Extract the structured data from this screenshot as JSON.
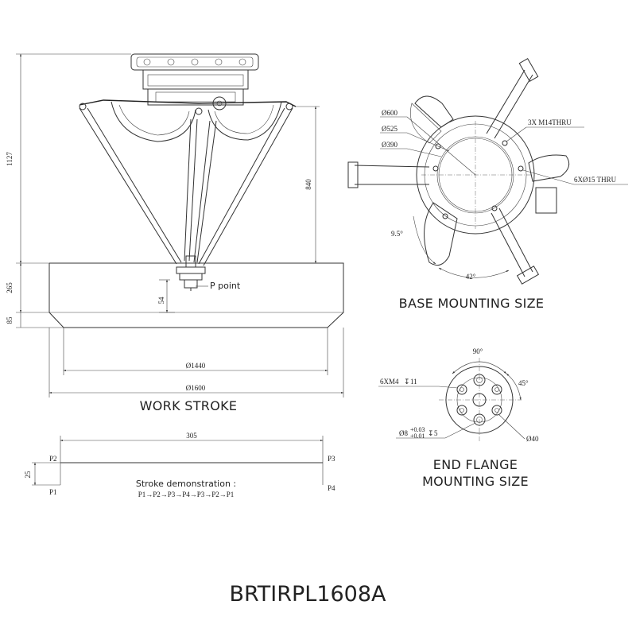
{
  "model_name": "BRTIRPL1608A",
  "work_stroke": {
    "title": "WORK STROKE",
    "dims": {
      "height_total": "1127",
      "height_arm": "840",
      "height_work": "265",
      "height_cone": "85",
      "p_offset": "54",
      "dia_inner": "Ø1440",
      "dia_outer": "Ø1600"
    },
    "p_point_label": "P point"
  },
  "base_mounting": {
    "title": "BASE MOUNTING SIZE",
    "dims": {
      "d600": "Ø600",
      "d525": "Ø525",
      "d390": "Ø390",
      "holes_m14": "3X  M14THRU",
      "holes_15": "6XØ15 THRU",
      "angle_small": "9.5°",
      "angle_large": "42°"
    }
  },
  "end_flange": {
    "title_line1": "END FLANGE",
    "title_line2": "MOUNTING SIZE",
    "dims": {
      "angle_90": "90°",
      "angle_45": "45°",
      "thread": "6XM4",
      "thread_depth": "11",
      "pin_dia": "Ø8",
      "pin_tol_upper": "+0.03",
      "pin_tol_lower": "+0.01",
      "pin_depth": "5",
      "d40": "Ø40"
    }
  },
  "stroke_demo": {
    "dim_width": "305",
    "dim_height": "25",
    "p1": "P1",
    "p2": "P2",
    "p3": "P3",
    "p4": "P4",
    "title": "Stroke demonstration :",
    "sequence": "P1→P2→P3→P4→P3→P2→P1"
  }
}
